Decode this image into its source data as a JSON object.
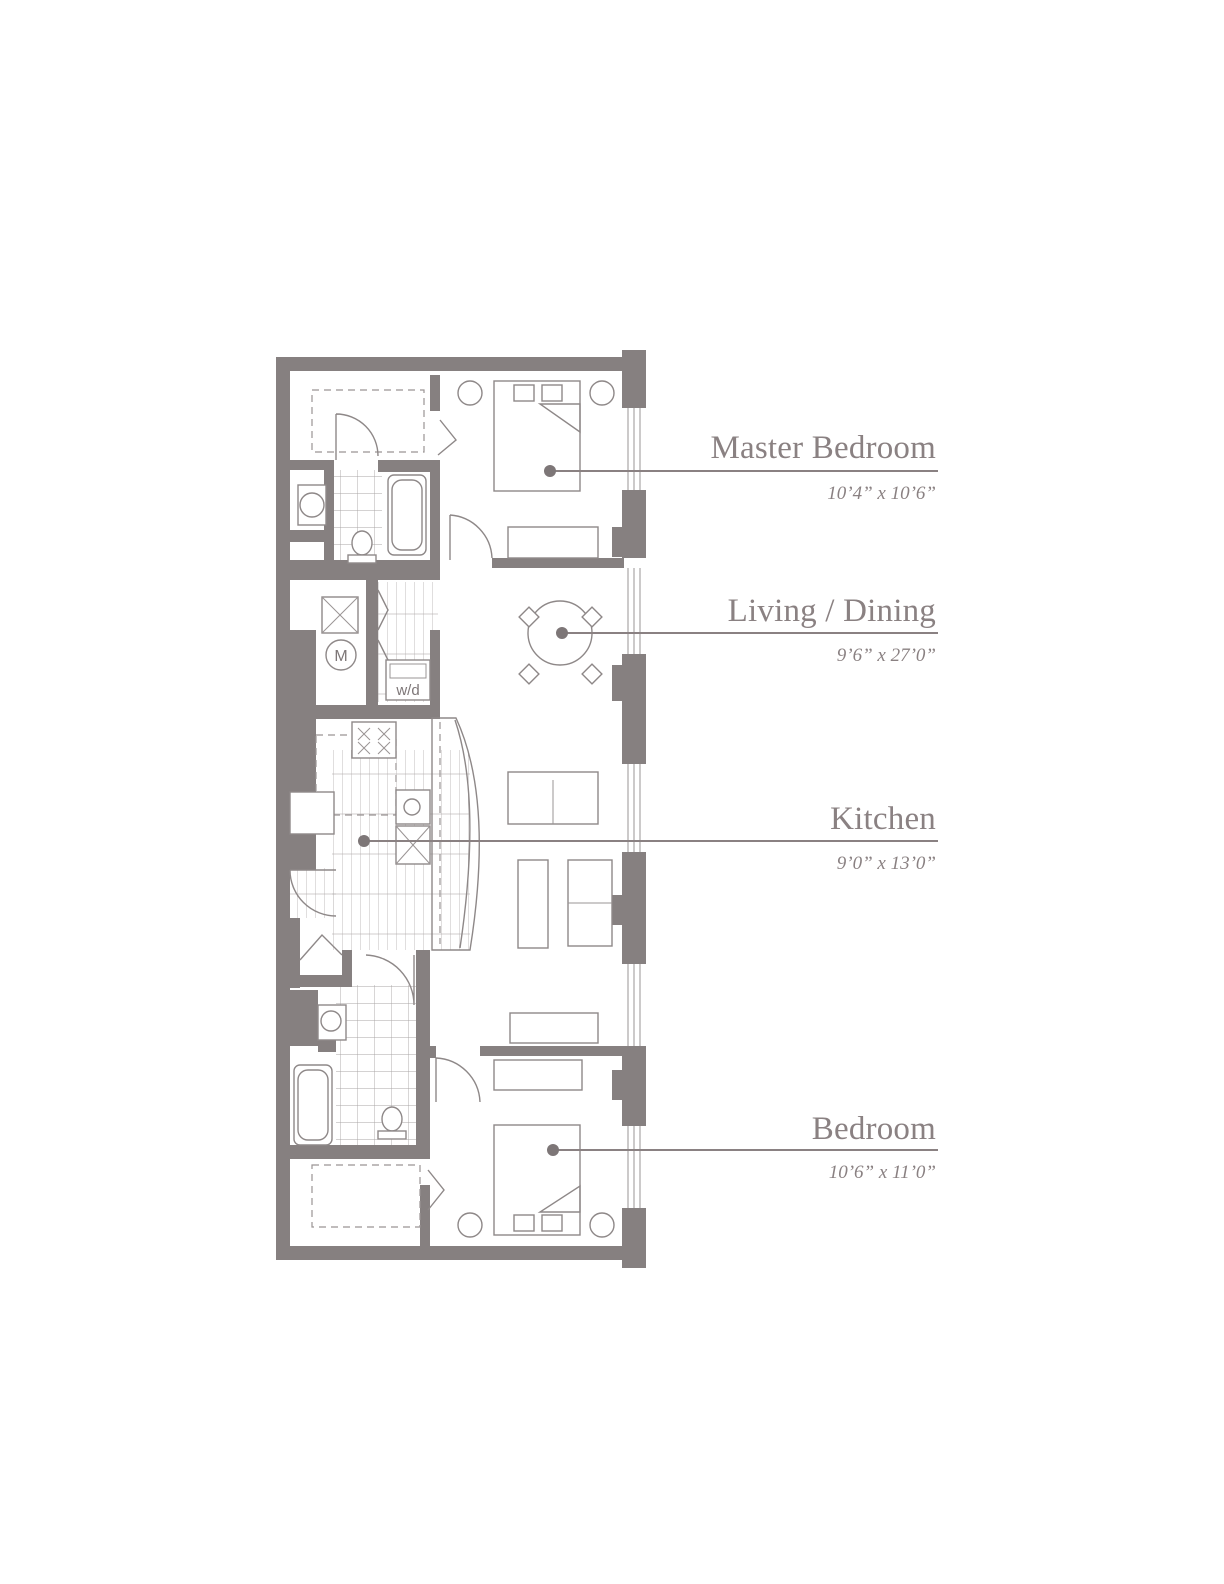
{
  "rooms": [
    {
      "name": "Master Bedroom",
      "dimensions": "10’4” x 10’6”"
    },
    {
      "name": "Living / Dining",
      "dimensions": "9’6” x 27’0”"
    },
    {
      "name": "Kitchen",
      "dimensions": "9’0” x 13’0”"
    },
    {
      "name": "Bedroom",
      "dimensions": "10’6” x 11’0”"
    }
  ],
  "fixtures": {
    "mechanical": "M",
    "washer_dryer": "w/d"
  },
  "colors": {
    "walls": "#868080",
    "text": "#8a8182",
    "lines": "#8e8888"
  }
}
